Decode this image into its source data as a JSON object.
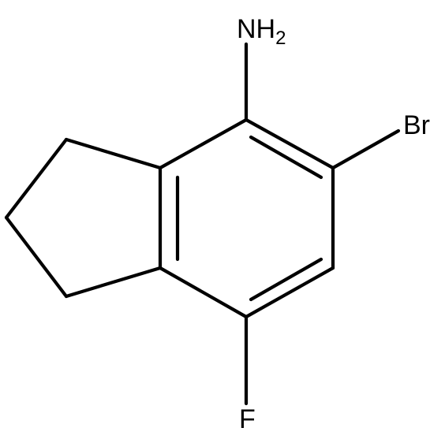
{
  "molecule": {
    "atoms": [
      {
        "id": "nh2",
        "symbol": "NH",
        "subscript": "2"
      },
      {
        "id": "br",
        "symbol": "Br"
      },
      {
        "id": "f",
        "symbol": "F"
      }
    ]
  }
}
